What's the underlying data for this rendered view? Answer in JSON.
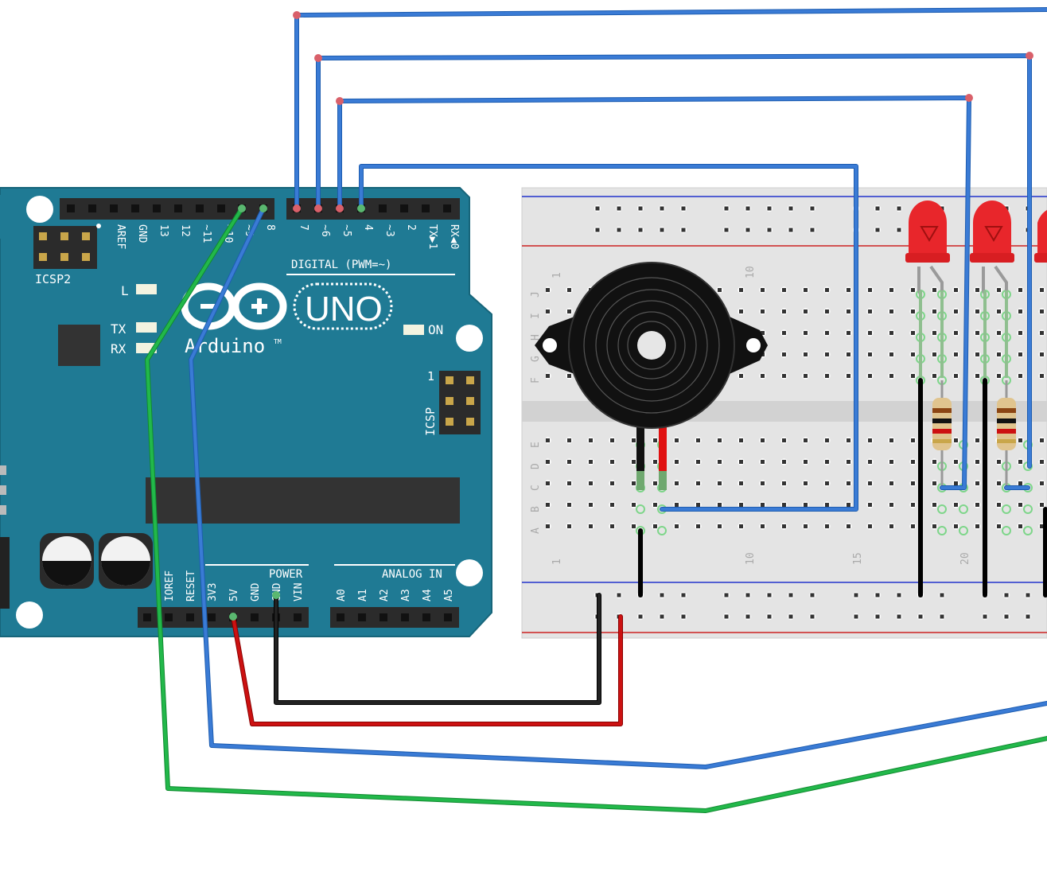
{
  "board": {
    "model": "UNO",
    "brand": "Arduino",
    "trademark": "TM",
    "icsp2_label": "ICSP2",
    "icsp_label": "ICSP",
    "icsp_pin1": "1",
    "digital_label": "DIGITAL (PWM=~)",
    "power_label": "POWER",
    "analog_label": "ANALOG IN",
    "on_label": "ON",
    "led_l": "L",
    "led_tx": "TX",
    "led_rx": "RX",
    "top_pins": [
      "AREF",
      "GND",
      "13",
      "12",
      "~11",
      "~10",
      "~9",
      "8",
      "7",
      "~6",
      "~5",
      "4",
      "~3",
      "2",
      "TX▶1",
      "RX◀0"
    ],
    "power_pins": [
      "IOREF",
      "RESET",
      "3V3",
      "5V",
      "GND",
      "GND",
      "VIN"
    ],
    "analog_pins": [
      "A0",
      "A1",
      "A2",
      "A3",
      "A4",
      "A5"
    ]
  },
  "breadboard": {
    "row_letters_top": [
      "J",
      "I",
      "H",
      "G",
      "F"
    ],
    "row_letters_bottom": [
      "E",
      "D",
      "C",
      "B",
      "A"
    ],
    "column_numbers": [
      "1",
      "10",
      "15",
      "20"
    ]
  },
  "colors": {
    "board": "#1f7a94",
    "board_dark": "#17657a",
    "header": "#2b2b2b",
    "wire_blue": "#3a7bd5",
    "wire_green": "#22b84a",
    "wire_red": "#cc1111",
    "wire_black": "#1a1a1a",
    "breadboard": "#e4e4e4",
    "rail_blue": "#2233cc",
    "rail_red": "#cc2222",
    "led": "#e8262b",
    "buzzer": "#111111"
  },
  "icons": [
    "arduino-logo-icon",
    "buzzer-icon",
    "led-icon",
    "resistor-icon"
  ]
}
